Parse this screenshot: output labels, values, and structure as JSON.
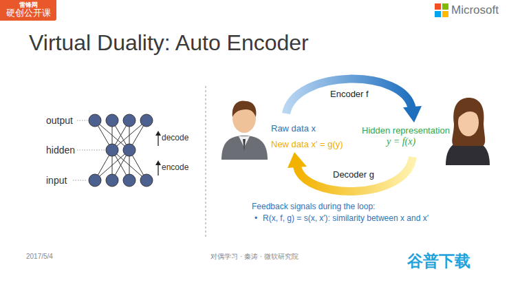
{
  "diagram": {
    "title": "Virtual Duality: Auto Encoder",
    "nodes": [
      {
        "text": [
          "雷锋网",
          "硬创公开课"
        ]
      }
    ],
    "labels": [
      "Microsoft",
      "output",
      "hidden",
      "input",
      "decode",
      "encode",
      "Encoder f",
      "Raw data x",
      "Hidden representation",
      "y = f(x)",
      "New data x′ = g(y)",
      "Decoder g",
      "Feedback signals during the loop:",
      "•",
      "R(x, f, g) = s(x, x′): similarity between x and x′",
      "2017/5/4",
      "对偶学习 · 秦涛 · 微软研究院",
      "谷普下载"
    ]
  }
}
